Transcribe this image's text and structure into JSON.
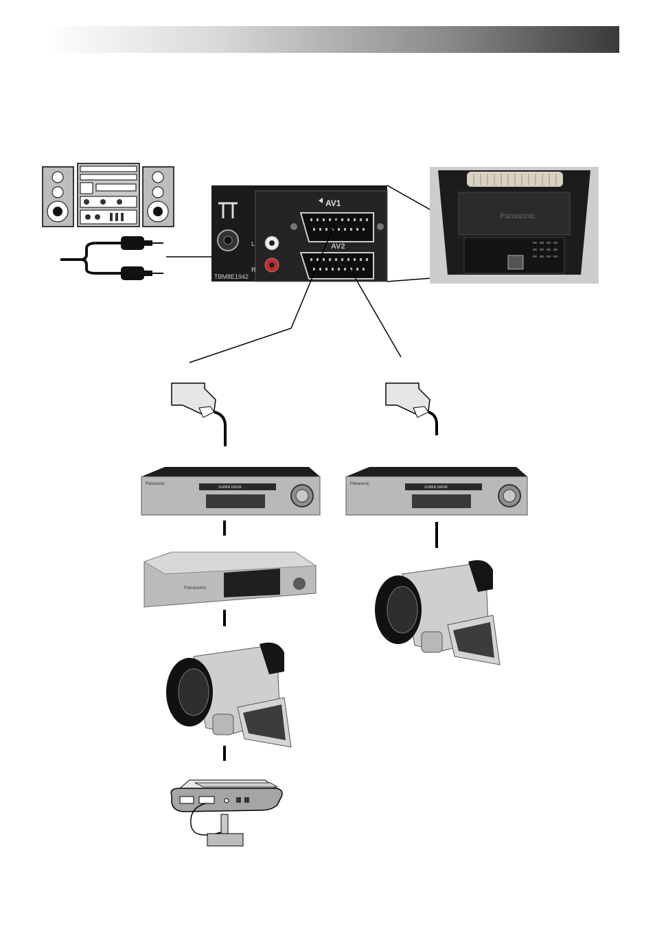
{
  "header": {
    "title": ""
  },
  "panel": {
    "model_code": "TBM8E1942",
    "av1_label": "AV1",
    "av2_label": "AV2",
    "left_label": "L",
    "right_label": "R"
  },
  "devices": {
    "tv_brand": "Panasonic",
    "vcr_brand": "Panasonic",
    "vcr_model_text": "SUPER DRIVE",
    "satellite_brand": "Panasonic"
  },
  "colors": {
    "header_dark": "#3a3a3a",
    "line": "#000000",
    "audio_red": "#cc2a2a"
  }
}
